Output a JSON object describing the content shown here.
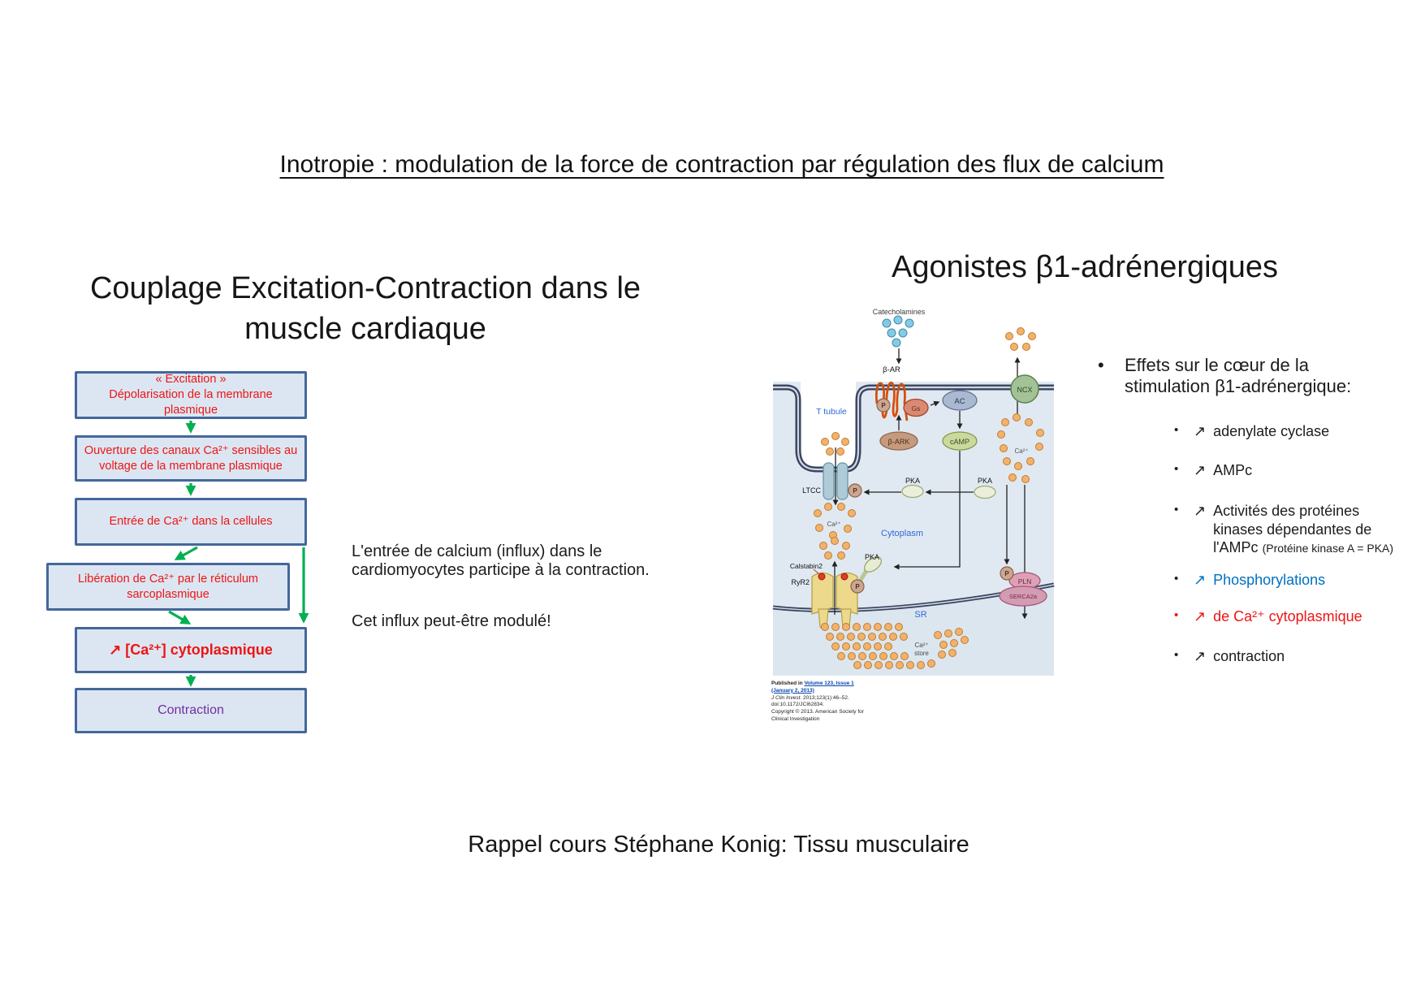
{
  "title": "Inotropie : modulation de la force de contraction par régulation des flux de calcium",
  "footer": "Rappel cours Stéphane Konig: Tissu musculaire",
  "left": {
    "heading": "Couplage Excitation-Contraction dans le muscle cardiaque",
    "flowchart": [
      {
        "text": "« Excitation »\nDépolarisation de la membrane\nplasmique"
      },
      {
        "text": "Ouverture des canaux Ca²⁺ sensibles au\nvoltage de la membrane plasmique"
      },
      {
        "text": "Entrée de Ca²⁺ dans la cellules"
      },
      {
        "text": "Libération de Ca²⁺ par le réticulum\nsarcoplasmique"
      },
      {
        "text": "↗ [Ca²⁺] cytoplasmique"
      },
      {
        "text": "Contraction"
      }
    ],
    "note1": "L'entrée de calcium (influx) dans le cardiomyocytes participe à la contraction.",
    "note2": "Cet influx peut-être modulé!"
  },
  "right": {
    "heading": "Agonistes β1-adrénergiques",
    "main_bullet": "Effets sur le cœur de la stimulation β1-adrénergique:",
    "sub_bullets": [
      {
        "arrow": "↗",
        "label": "adenylate cyclase"
      },
      {
        "arrow": "↗",
        "label": "AMPc"
      },
      {
        "arrow": "↗",
        "label": "Activités des protéines kinases dépendantes de l'AMPc",
        "small": "(Protéine kinase A = PKA)"
      },
      {
        "arrow": "↗",
        "label": "Phosphorylations"
      },
      {
        "arrow": "↗",
        "label": "de Ca²⁺ cytoplasmique"
      },
      {
        "arrow": "↗",
        "label": "contraction"
      }
    ]
  },
  "diagram": {
    "catecholamines": "Catecholamines",
    "b_ar": "β-AR",
    "t_tubule": "T tubule",
    "p": "P",
    "gs": "Gs",
    "ac": "AC",
    "b_ark": "β-ARK",
    "camp": "cAMP",
    "ncx": "NCX",
    "ltcc": "LTCC",
    "pka": "PKA",
    "ca": "Ca²⁺",
    "cytoplasm": "Cytoplasm",
    "calstabin2": "Calstabin2",
    "ryr2": "RyR2",
    "sr": "SR",
    "pln": "PLN",
    "serca2a": "SERCA2a",
    "store": "store"
  },
  "citation": {
    "published_prefix": "Published in ",
    "link": "Volume 123, Issue 1 (January 2, 2013)",
    "journal_name": "J Clin Invest.",
    "journal_rest": " 2013;123(1):46–52.",
    "doi": "doi:10.1172/JCI62834.",
    "copyright": "Copyright © 2013. American Society for Clinical Investigation"
  },
  "colors": {
    "red": "#ee1515",
    "green": "#00b050",
    "purple": "#7030a0",
    "link_blue": "#0070c0",
    "diagram_blue": "#2e6ad4",
    "box_fill": "#dce6f2",
    "box_border": "#44679b"
  }
}
